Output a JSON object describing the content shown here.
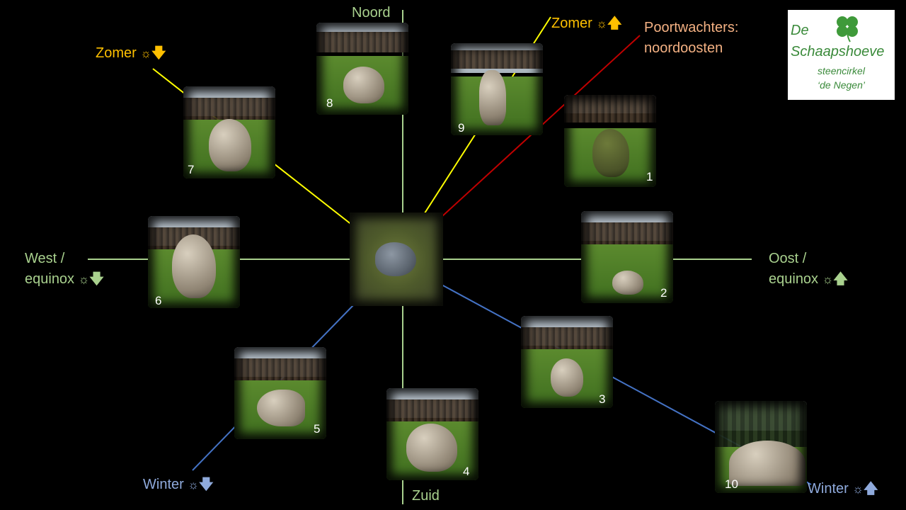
{
  "directions": {
    "north": "Noord",
    "south": "Zuid",
    "west_line1": "West /",
    "west_line2": "equinox",
    "east_line1": "Oost /",
    "east_line2": "equinox"
  },
  "solstices": {
    "summer_set": "Zomer",
    "summer_rise": "Zomer",
    "winter_set": "Winter",
    "winter_rise": "Winter"
  },
  "gatekeepers": {
    "line1": "Poortwachters:",
    "line2": "noordoosten"
  },
  "symbols": {
    "sun": "☼",
    "arrow_up": "🡅",
    "arrow_down": "🡇"
  },
  "logo": {
    "line1": "De",
    "line2": "Schaapshoeve",
    "line3": "steencirkel",
    "line4": "‘de Negen’"
  },
  "stones": [
    {
      "number": "1"
    },
    {
      "number": "2"
    },
    {
      "number": "3"
    },
    {
      "number": "4"
    },
    {
      "number": "5"
    },
    {
      "number": "6"
    },
    {
      "number": "7"
    },
    {
      "number": "8"
    },
    {
      "number": "9"
    },
    {
      "number": "10"
    }
  ],
  "colors": {
    "axis": "#a9d18e",
    "summer": "#ffff00",
    "gatekeeper": "#c00000",
    "winter": "#4472c4"
  }
}
